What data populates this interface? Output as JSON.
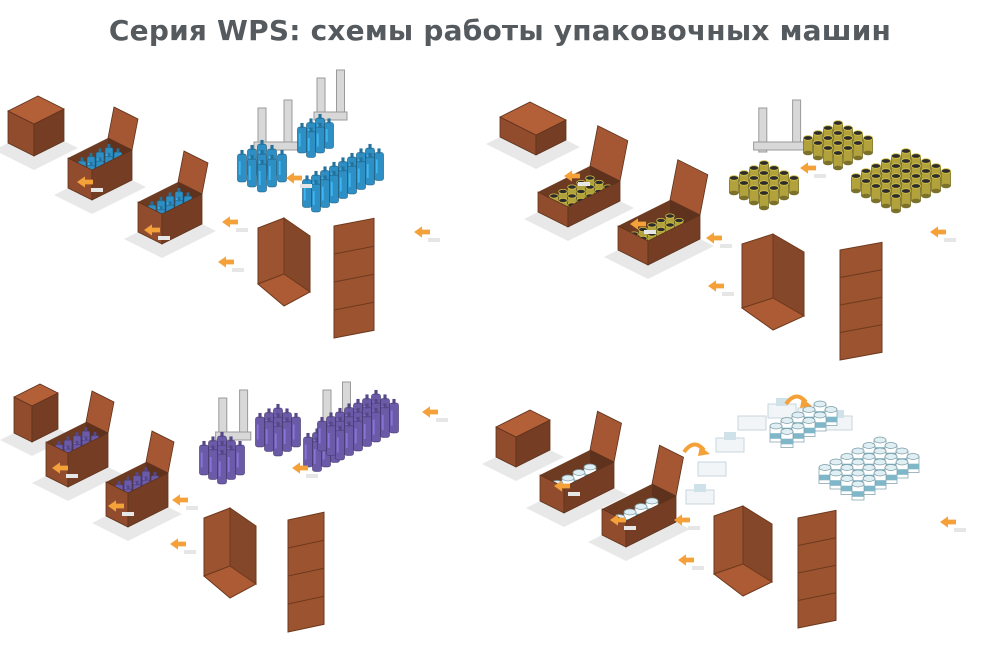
{
  "page": {
    "title": "Серия WPS: схемы работы упаковочных машин"
  },
  "colors": {
    "carton": "#9c5330",
    "arrow": "#f5a13a",
    "bottle_blue": "#2e8fc4",
    "bottle_purple": "#6a5aa8",
    "can_olive": "#b1a23c",
    "jar_white": "#dfeff4",
    "gripper": "#d8d8d8"
  },
  "schemes": [
    {
      "id": "scheme-1",
      "product": "blue-bottles",
      "icons": [
        "carton-icon",
        "bottle-icon",
        "gripper-icon",
        "flow-arrow-icon"
      ]
    },
    {
      "id": "scheme-2",
      "product": "olive-cans",
      "icons": [
        "carton-icon",
        "can-icon",
        "gripper-icon",
        "flow-arrow-icon"
      ]
    },
    {
      "id": "scheme-3",
      "product": "purple-bottles",
      "icons": [
        "carton-icon",
        "bottle-icon",
        "gripper-icon",
        "flow-arrow-icon"
      ]
    },
    {
      "id": "scheme-4",
      "product": "white-jars",
      "icons": [
        "carton-icon",
        "jar-icon",
        "conveyor-icon",
        "flow-arrow-icon"
      ]
    }
  ]
}
